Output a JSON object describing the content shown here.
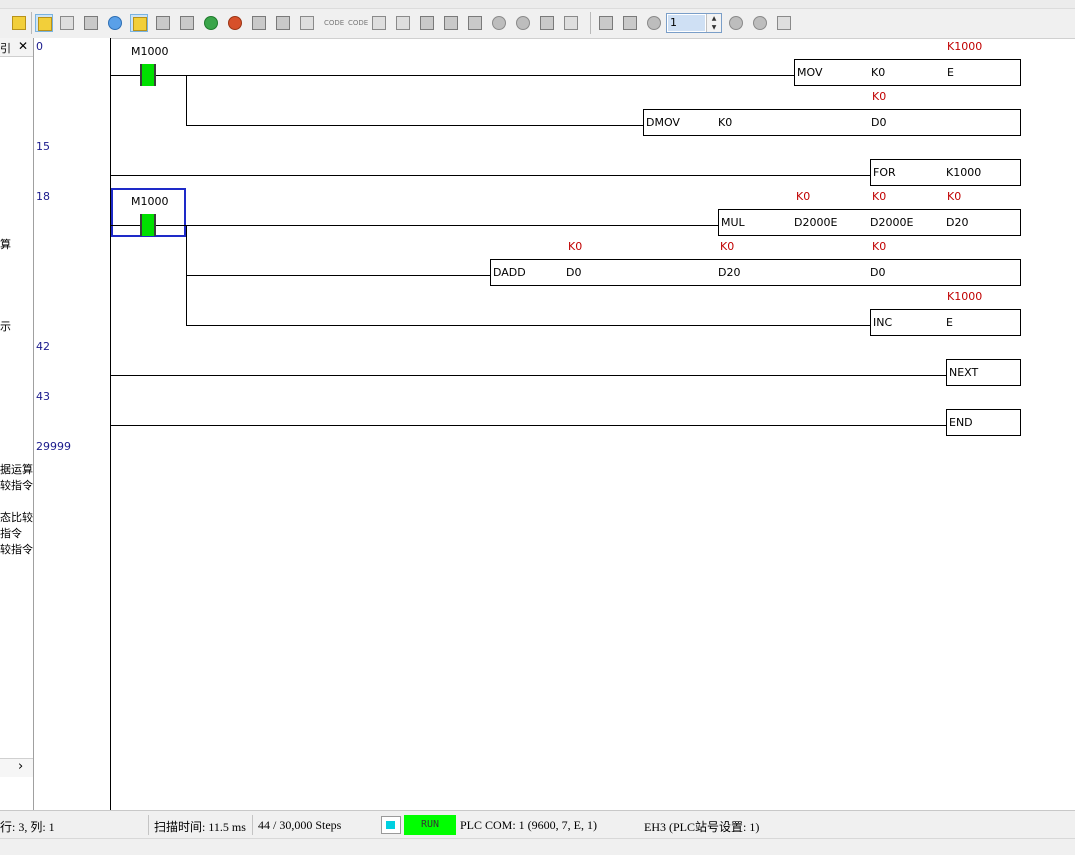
{
  "toolbar": {
    "step_value": "1"
  },
  "left_pane": {
    "header_label": "引",
    "close_glyph": "✕",
    "items": [
      {
        "text": "算"
      },
      {
        "text": "示"
      },
      {
        "text": "据运算"
      },
      {
        "text": "较指令"
      },
      {
        "text": "态比较"
      },
      {
        "text": "指令"
      },
      {
        "text": "较指令"
      }
    ],
    "scroll_glyph": "›"
  },
  "steps": [
    "0",
    "15",
    "18",
    "42",
    "43",
    "29999"
  ],
  "ladder": {
    "contact_top": "M1000",
    "contact_mid": "M1000",
    "mov": {
      "op": "MOV",
      "a": "K0",
      "b": "E",
      "mon_b": "K1000"
    },
    "dmov": {
      "op": "DMOV",
      "a": "K0",
      "b": "D0",
      "mon_b": "K0"
    },
    "for": {
      "op": "FOR",
      "a": "K1000"
    },
    "mul": {
      "op": "MUL",
      "a": "D2000E",
      "b": "D2000E",
      "c": "D20",
      "mon_a": "K0",
      "mon_b": "K0",
      "mon_c": "K0"
    },
    "dadd": {
      "op": "DADD",
      "a": "D0",
      "b": "D20",
      "c": "D0",
      "mon_a": "K0",
      "mon_b": "K0",
      "mon_c": "K0"
    },
    "inc": {
      "op": "INC",
      "a": "E",
      "mon_a": "K1000"
    },
    "next": {
      "op": "NEXT"
    },
    "end": {
      "op": "END"
    }
  },
  "status": {
    "position": "行: 3, 列: 1",
    "scan_time": "扫描时间: 11.5 ms",
    "steps": "44 / 30,000 Steps",
    "run_label": "RUN",
    "comm": "PLC COM: 1 (9600, 7, E, 1)",
    "model": "EH3 (PLC站号设置: 1)",
    "colors": {
      "run": "#00ff00",
      "contact": "#00e000",
      "monitor": "#c00000",
      "step_num": "#1a1a8c"
    }
  }
}
